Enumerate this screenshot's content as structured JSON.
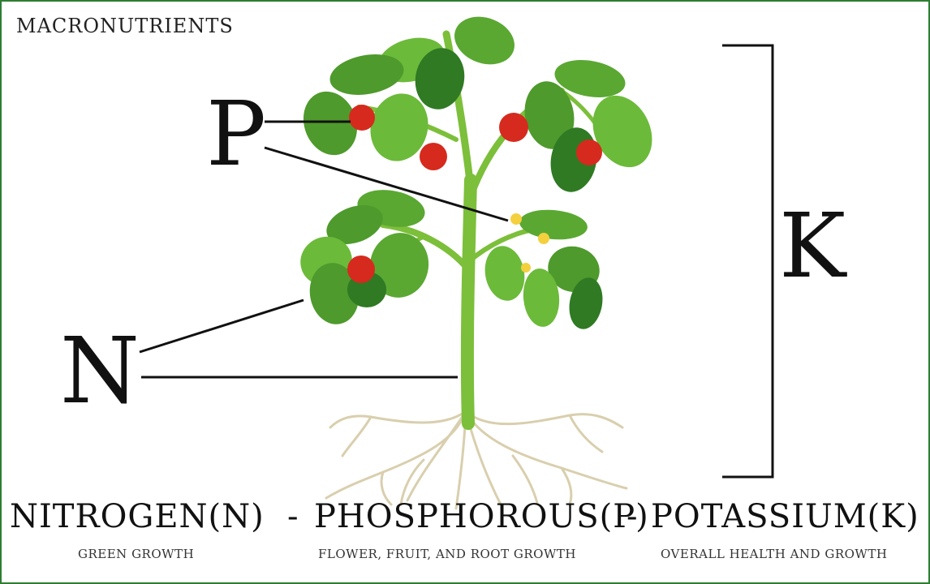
{
  "title": "MACRONUTRIENTS",
  "labels": {
    "p": "P",
    "n": "N",
    "k": "K"
  },
  "nutrients": [
    {
      "name": "NITROGEN(N)",
      "effect": "GREEN GROWTH"
    },
    {
      "name": "PHOSPHOROUS(P)",
      "effect": "FLOWER, FRUIT, AND ROOT GROWTH"
    },
    {
      "name": "POTASSIUM(K)",
      "effect": "OVERALL HEALTH AND GROWTH"
    }
  ],
  "separator": "-",
  "colors": {
    "border": "#2e7d32",
    "leaf": "#5aa832",
    "leaf_dark": "#2f7a23",
    "stem": "#7cbf3a",
    "tomato": "#d62a1e",
    "flower": "#f4d03f",
    "root": "#d9cfae"
  }
}
